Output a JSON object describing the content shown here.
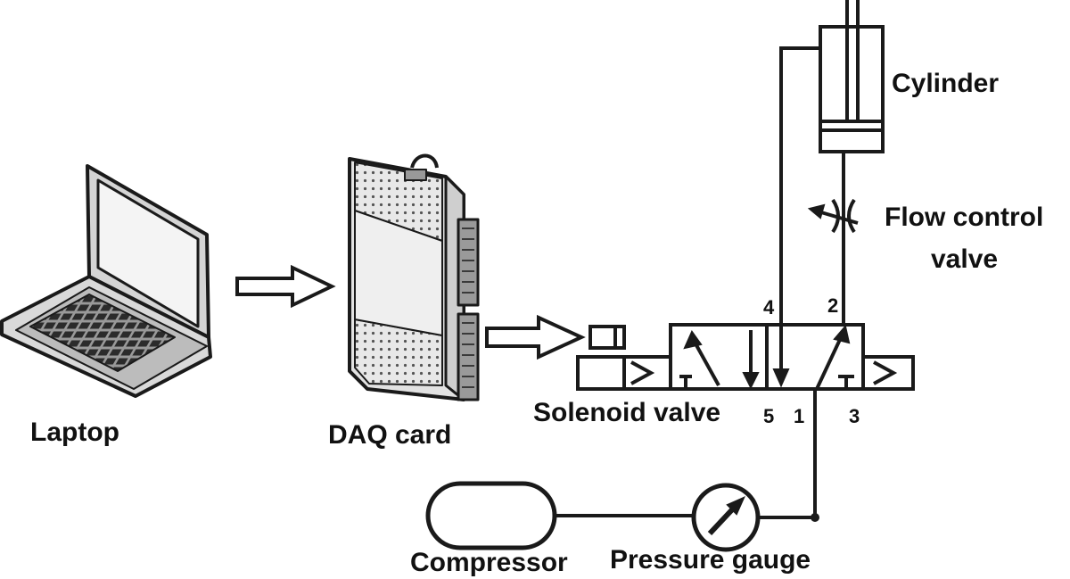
{
  "labels": {
    "laptop": "Laptop",
    "daq_card": "DAQ card",
    "solenoid_valve": "Solenoid valve",
    "cylinder": "Cylinder",
    "flow_control_line1": "Flow control",
    "flow_control_line2": "valve",
    "compressor": "Compressor",
    "pressure_gauge": "Pressure gauge"
  },
  "ports": {
    "p4": "4",
    "p2": "2",
    "p5": "5",
    "p1": "1",
    "p3": "3"
  },
  "colors": {
    "line": "#1a1a1a",
    "device_fill": "#e6e6e6",
    "background": "#ffffff"
  }
}
